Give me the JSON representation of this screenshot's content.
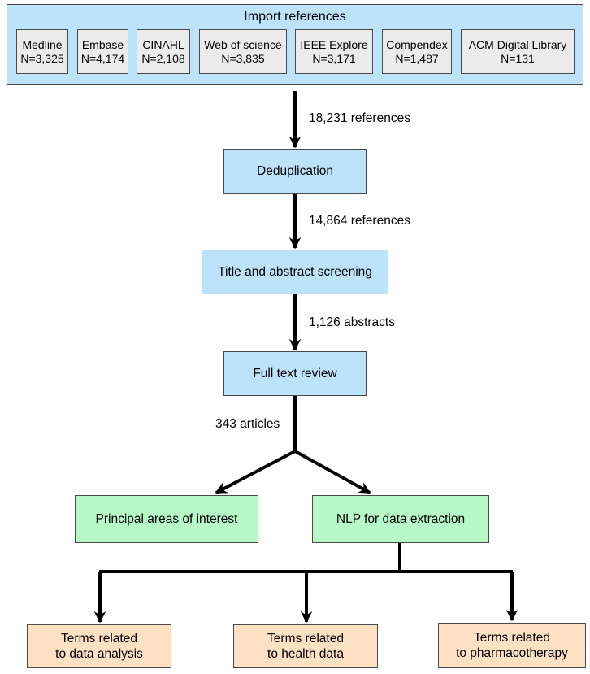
{
  "import": {
    "title": "Import references",
    "sources": [
      {
        "name": "Medline",
        "n": "N=3,325"
      },
      {
        "name": "Embase",
        "n": "N=4,174"
      },
      {
        "name": "CINAHL",
        "n": "N=2,108"
      },
      {
        "name": "Web of science",
        "n": "N=3,835"
      },
      {
        "name": "IEEE Explore",
        "n": "N=3,171"
      },
      {
        "name": "Compendex",
        "n": "N=1,487"
      },
      {
        "name": "ACM Digital Library",
        "n": "N=131"
      }
    ]
  },
  "counts": {
    "references_total": "18,231 references",
    "references_dedup": "14,864 references",
    "abstracts": "1,126 abstracts",
    "articles": "343 articles"
  },
  "steps": {
    "deduplication": "Deduplication",
    "screening": "Title and abstract screening",
    "full_text": "Full text review"
  },
  "outcomes": {
    "principal": "Principal areas of interest",
    "nlp": "NLP for data extraction"
  },
  "terms": [
    {
      "line1": "Terms related",
      "line2": "to data analysis"
    },
    {
      "line1": "Terms related",
      "line2": "to health data"
    },
    {
      "line1": "Terms related",
      "line2": "to pharmacotherapy"
    }
  ],
  "colors": {
    "blue_box": "#bde3fb",
    "gray_box": "#ebebeb",
    "green_box": "#b6f9c7",
    "peach_box": "#fde1c2",
    "arrow": "#000000"
  }
}
